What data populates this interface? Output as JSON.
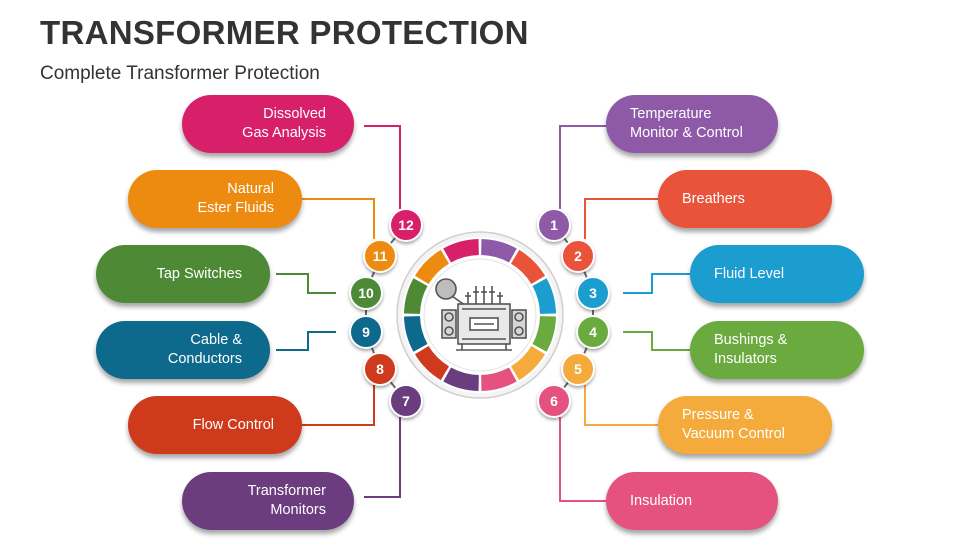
{
  "header": {
    "title": "TRANSFORMER PROTECTION",
    "subtitle": "Complete Transformer Protection"
  },
  "items": [
    {
      "num": "1",
      "label": "Temperature\nMonitor & Control",
      "color": "#8e5aa8"
    },
    {
      "num": "2",
      "label": "Breathers",
      "color": "#e9533a"
    },
    {
      "num": "3",
      "label": "Fluid Level",
      "color": "#1c9dd0"
    },
    {
      "num": "4",
      "label": "Bushings &\nInsulators",
      "color": "#6aaa3e"
    },
    {
      "num": "5",
      "label": "Pressure &\nVacuum Control",
      "color": "#f4ab3c"
    },
    {
      "num": "6",
      "label": "Insulation",
      "color": "#e6527f"
    },
    {
      "num": "7",
      "label": "Transformer\nMonitors",
      "color": "#6b3c7e"
    },
    {
      "num": "8",
      "label": "Flow Control",
      "color": "#cf3a1d"
    },
    {
      "num": "9",
      "label": "Cable &\nConductors",
      "color": "#0d6a8c"
    },
    {
      "num": "10",
      "label": "Tap Switches",
      "color": "#4e8a36"
    },
    {
      "num": "11",
      "label": "Natural\nEster Fluids",
      "color": "#ec8b10"
    },
    {
      "num": "12",
      "label": "Dissolved\nGas Analysis",
      "color": "#d81f69"
    }
  ],
  "center": {
    "icon": "transformer-icon"
  }
}
